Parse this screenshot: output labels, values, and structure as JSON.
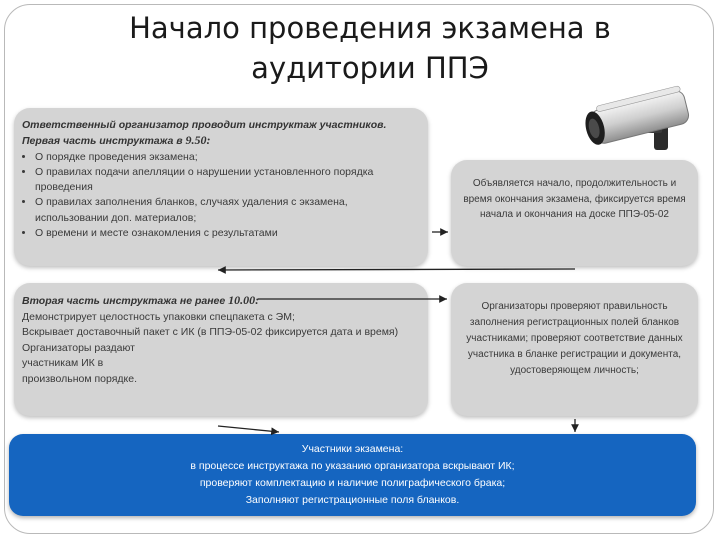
{
  "title": "Начало проведения экзамена в аудитории ППЭ",
  "camera_icon": "security-camera-icon",
  "colors": {
    "box_gray": "#d4d4d4",
    "box_blue": "#1565c0",
    "arrow": "#222222"
  },
  "box1": {
    "intro": "Ответственный организатор проводит инструктаж участников. Первая часть инструктажа в",
    "time": "9.50:",
    "items": [
      "О порядке проведения экзамена;",
      "О правилах подачи апелляции о нарушении установленного порядка проведения",
      "О правилах заполнения бланков, случаях удаления с экзамена, использовании доп. материалов;",
      "О времени и месте ознакомления с результатами"
    ]
  },
  "box2": {
    "intro": "Вторая часть инструктажа не ранее",
    "time": "10.00:",
    "lines": [
      "Демонстрирует целостность упаковки спецпакета с ЭМ;",
      "Вскрывает доставочный пакет с ИК (в ППЭ-05-02 фиксируется дата и время)",
      "Организаторы раздают участникам ИК в произвольном порядке."
    ]
  },
  "box3": {
    "text": "Объявляется начало, продолжительность и время окончания экзамена, фиксируется время начала и окончания на доске ППЭ-05-02"
  },
  "box4": {
    "text": "Организаторы проверяют правильность заполнения регистрационных полей бланков участниками; проверяют соответствие данных участника в бланке регистрации и документа, удостоверяющем личность;"
  },
  "box5": {
    "lines": [
      "Участники экзамена:",
      "в процессе инструктажа по указанию организатора вскрывают ИК;",
      "проверяют комплектацию и наличие полиграфического брака;",
      "Заполняют регистрационные поля бланков."
    ]
  }
}
